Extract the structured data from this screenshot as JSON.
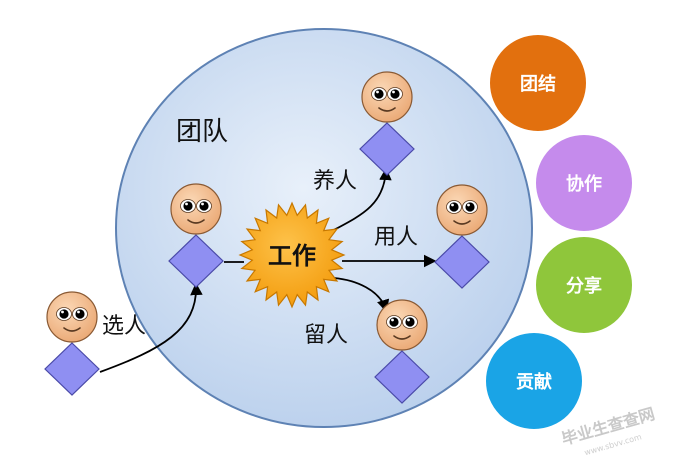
{
  "team_label": "团队",
  "center_label": "工作",
  "arrows": {
    "select": "选人",
    "nurture": "养人",
    "use": "用人",
    "retain": "留人"
  },
  "bubbles": [
    {
      "label": "团结",
      "color": "#e2700e"
    },
    {
      "label": "协作",
      "color": "#c58bec"
    },
    {
      "label": "分享",
      "color": "#8fc63b"
    },
    {
      "label": "贡献",
      "color": "#1aa4e6"
    }
  ],
  "colors": {
    "team_circle": "#cfe0f4",
    "team_stroke": "#5e82b4",
    "sun": "#f9a81b",
    "face": "#f5c49a",
    "body": "#8f8ff2"
  },
  "watermark": {
    "text": "毕业生查查网",
    "url": "www.sbvv.com"
  }
}
